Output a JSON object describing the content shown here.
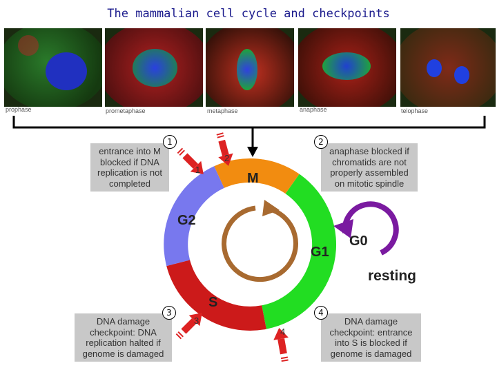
{
  "title": "The mammalian cell cycle and  checkpoints",
  "phases": {
    "prophase": "prophase",
    "prometaphase": "prometaphase",
    "metaphase": "metaphase",
    "anaphase": "anaphase",
    "telophase": "telophase"
  },
  "cycle": {
    "M": "M",
    "G1": "G1",
    "G2": "G2",
    "S": "S",
    "G0": "G0",
    "resting": "resting"
  },
  "checkpoint_numbers": [
    "1",
    "2",
    "3",
    "4"
  ],
  "arrow_numbers": [
    "1",
    "2",
    "3",
    "4"
  ],
  "callouts": {
    "c1": "entrance into M blocked if DNA replication is not completed",
    "c2": "anaphase blocked if chromatids are not properly assembled on mitotic spindle",
    "c3": "DNA damage checkpoint: DNA replication halted if genome is damaged",
    "c4": "DNA damage checkpoint: entrance into S is blocked if genome is damaged"
  },
  "colors": {
    "M": "#f28c10",
    "G1": "#22dd22",
    "G2": "#7878ee",
    "S": "#cc1a1a",
    "G0": "#7a1aa0",
    "inner_arrow": "#a86a30",
    "checkpoint_arrow": "#dd2222"
  }
}
